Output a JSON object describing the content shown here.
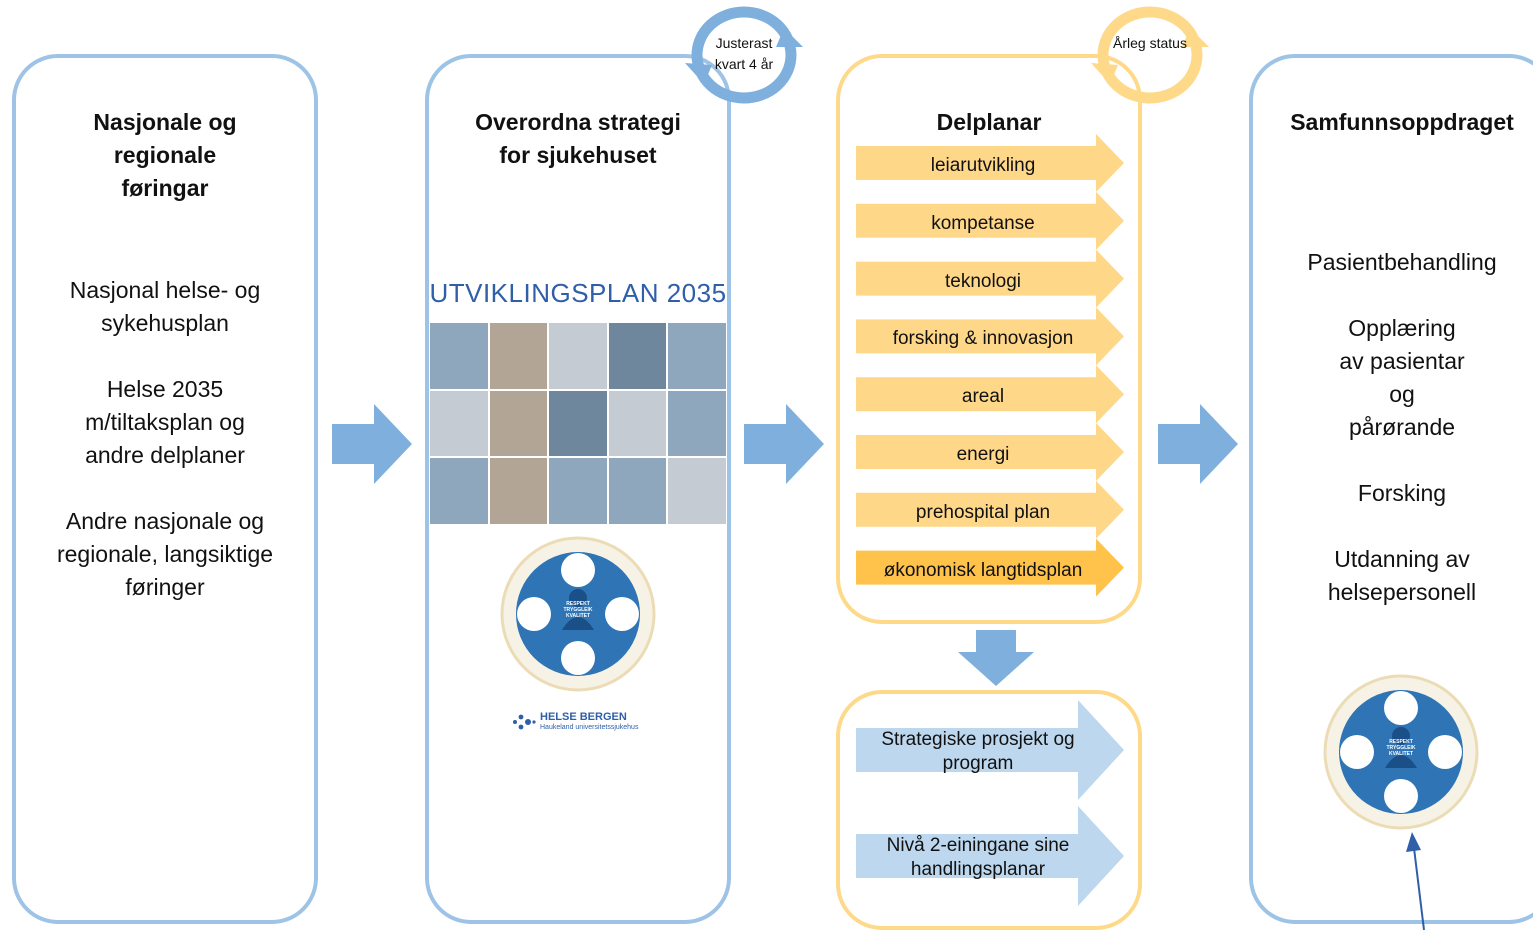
{
  "colors": {
    "blue_border": "#9dc3e6",
    "orange_border": "#ffd98a",
    "blue_arrow": "#7fb0dd",
    "orange_arrow": "#ffd789",
    "orange_arrow_strong": "#ffc24a",
    "light_blue_arrow": "#bdd7ee",
    "brand_blue": "#2e5fa8"
  },
  "column1": {
    "title": "Nasjonale og regionale føringar",
    "items": [
      "Nasjonal helse- og sykehusplan",
      "Helse 2035 m/tiltaksplan og andre delplaner",
      "Andre nasjonale og regionale, langsiktige føringer"
    ]
  },
  "column2": {
    "title": "Overordna strategi for sjukehuset",
    "cycle_label": "Justerast kvart 4 år",
    "plan_title": "UTVIKLINGSPLAN 2035",
    "wheel_center": "RESPEKT TRYGGLEIK KVALITET",
    "logo_name": "HELSE BERGEN",
    "logo_sub": "Haukeland universitetssjukehus"
  },
  "column3": {
    "title": "Delplanar",
    "cycle_label": "Årleg status",
    "plans": [
      "leiarutvikling",
      "kompetanse",
      "teknologi",
      "forsking & innovasjon",
      "areal",
      "energi",
      "prehospital plan",
      "økonomisk langtidsplan"
    ],
    "actions": [
      "Strategiske prosjekt og program",
      "Nivå 2-einingane sine handlingsplanar"
    ]
  },
  "column4": {
    "title": "Samfunnsoppdraget",
    "items": [
      "Pasientbehandling",
      "Opplæring av pasientar og pårørande",
      "Forsking",
      "Utdanning av helsepersonell"
    ],
    "wheel_center": "RESPEKT TRYGGLEIK KVALITET"
  }
}
